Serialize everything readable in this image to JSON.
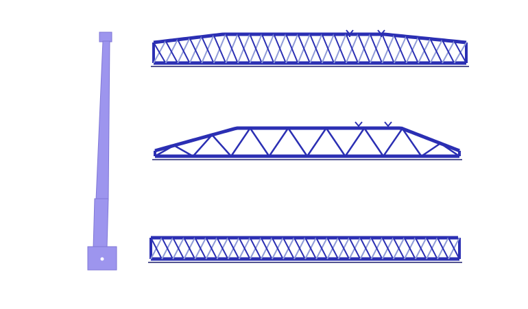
{
  "colors": {
    "background": "#ffffff",
    "truss_blue": "#2b2fb3",
    "truss_dark": "#1a1c6e",
    "lattice_light": "#8f9bd8",
    "prop_purple": "#9d95ee",
    "prop_shade": "#7f76d6"
  },
  "items": [
    {
      "name": "adjustable-prop",
      "icon": "telescopic-prop"
    },
    {
      "name": "truss-beam-1",
      "icon": "truss"
    },
    {
      "name": "truss-beam-2",
      "icon": "truss"
    },
    {
      "name": "truss-beam-3",
      "icon": "truss"
    }
  ]
}
